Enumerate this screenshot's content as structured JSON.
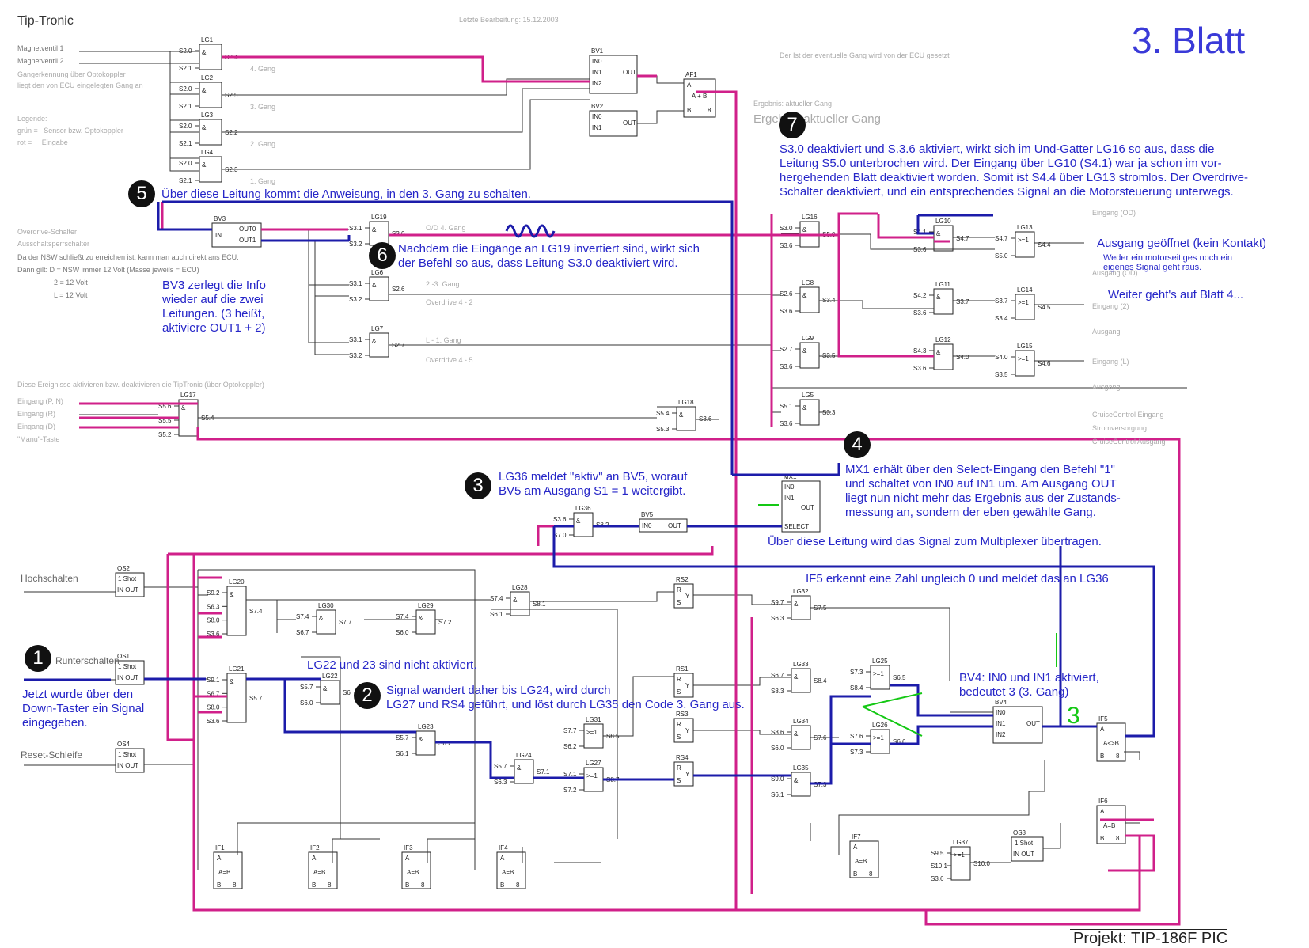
{
  "header": {
    "app_title": "Tip-Tronic",
    "sheet_title": "3. Blatt",
    "faint_top": "Letzte Bearbeitung: 15.12.2003",
    "faint_note": "Der Ist der eventuelle Gang wird von der ECU gesetzt",
    "footer": "Projekt: TIP-186F PIC"
  },
  "markers": [
    "1",
    "2",
    "3",
    "4",
    "5",
    "6",
    "7"
  ],
  "annotations": {
    "a1": "Jetzt wurde über den\nDown-Taster ein Signal\neingegeben.",
    "a2": "Signal wandert daher bis LG24, wird durch\nLG27 und RS4 geführt, und löst durch LG35 den Code 3. Gang aus.",
    "a2b": "LG22 und 23 sind nicht aktiviert.",
    "a3": "LG36 meldet \"aktiv\" an BV5, worauf\nBV5 am Ausgang S1 = 1 weitergibt.",
    "a4": "MX1 erhält über den Select-Eingang den Befehl \"1\"\nund schaltet von IN0 auf IN1 um. Am Ausgang OUT\nliegt nun nicht mehr das Ergebnis aus der Zustands-\nmessung an, sondern der eben gewählte Gang.",
    "a4b": "Über diese Leitung wird das Signal zum Multiplexer übertragen.",
    "a5": "Über diese Leitung kommt die Anweisung, in den 3. Gang zu schalten.",
    "a6": "Nachdem die Eingänge an LG19 invertiert sind, wirkt sich\nder Befehl so aus, dass Leitung S3.0 deaktiviert wird.",
    "a7": "S3.0 deaktiviert und S.3.6 aktiviert, wirkt sich im Und-Gatter LG16 so aus, dass die\nLeitung S5.0 unterbrochen wird. Der Eingang über LG10 (S4.1) war ja schon im vor-\nhergehenden Blatt deaktiviert worden. Somit ist S4.4 über LG13 stromlos. Der Overdrive-\nSchalter deaktiviert, und ein entsprechendes Signal an die Motorsteuerung unterwegs.",
    "bv3": "BV3 zerlegt die Info\nwieder auf die zwei\nLeitungen. (3 heißt,\naktiviere OUT1 + 2)",
    "if5": "IF5 erkennt eine Zahl ungleich 0 und meldet das an LG36",
    "bv4": "BV4: IN0 und IN1 aktiviert,\nbedeutet 3 (3. Gang)",
    "ausgang": "Ausgang geöffnet (kein Kontakt)",
    "ausgang_s": "Weder ein motorseitiges noch ein\neigenes Signal geht raus.",
    "weiter": "Weiter geht's auf Blatt 4...",
    "green3": "3"
  },
  "left_labels": {
    "mv1": "Magnetventil 1",
    "mv2": "Magnetventil 2",
    "gang1": "Gangerkennung über Optokoppler",
    "gang2": "liegt den von ECU eingelegten Gang an",
    "legende": "Legende:",
    "gruen": "grün =   Sensor bzw. Optokoppler",
    "rot": "rot =     Eingabe",
    "od1": "Overdrive-Schalter",
    "od2": "Ausschaltsperrschalter",
    "od3": "Da der NSW schließt zu erreichen ist, kann man auch direkt ans ECU.",
    "od4": "Dann gilt: D = NSW immer 12 Volt (Masse jeweils = ECU)",
    "od5": "2 = 12 Volt",
    "od6": "L = 12 Volt",
    "tip": "Diese Ereignisse aktivieren bzw. deaktivieren die TipTronic (über Optokoppler)",
    "e1": "Eingang (P, N)",
    "e2": "Eingang (R)",
    "e3": "Eingang (D)",
    "e4": "\"Manu\"-Taste",
    "hoch": "Hochschalten",
    "runter": "Runterschalten",
    "reset": "Reset-Schleife"
  },
  "gate_notes": {
    "n4g": "4. Gang",
    "n3g": "3. Gang",
    "n2g": "2. Gang",
    "n1g": "1. Gang",
    "od4": "O/D 4. Gang",
    "g23": "2.-3. Gang",
    "ov42": "Overdrive 4 - 2",
    "g1": "L - 1. Gang",
    "ov45": "Overdrive 4 - 5",
    "erg": "Ergebnis: aktueller Gang",
    "erg_big": "Ergebnis aktueller Gang"
  },
  "right_labels": {
    "r1": "Eingang (OD)",
    "r2": "Ausgang (OD)",
    "r3": "Eingang (2)",
    "r4": "Ausgang",
    "r5": "Eingang (L)",
    "r6": "Ausgang",
    "r7": "CruiseControl Eingang",
    "r8": "Stromversorgung",
    "r9": "CruiseControl Ausgang"
  }
}
